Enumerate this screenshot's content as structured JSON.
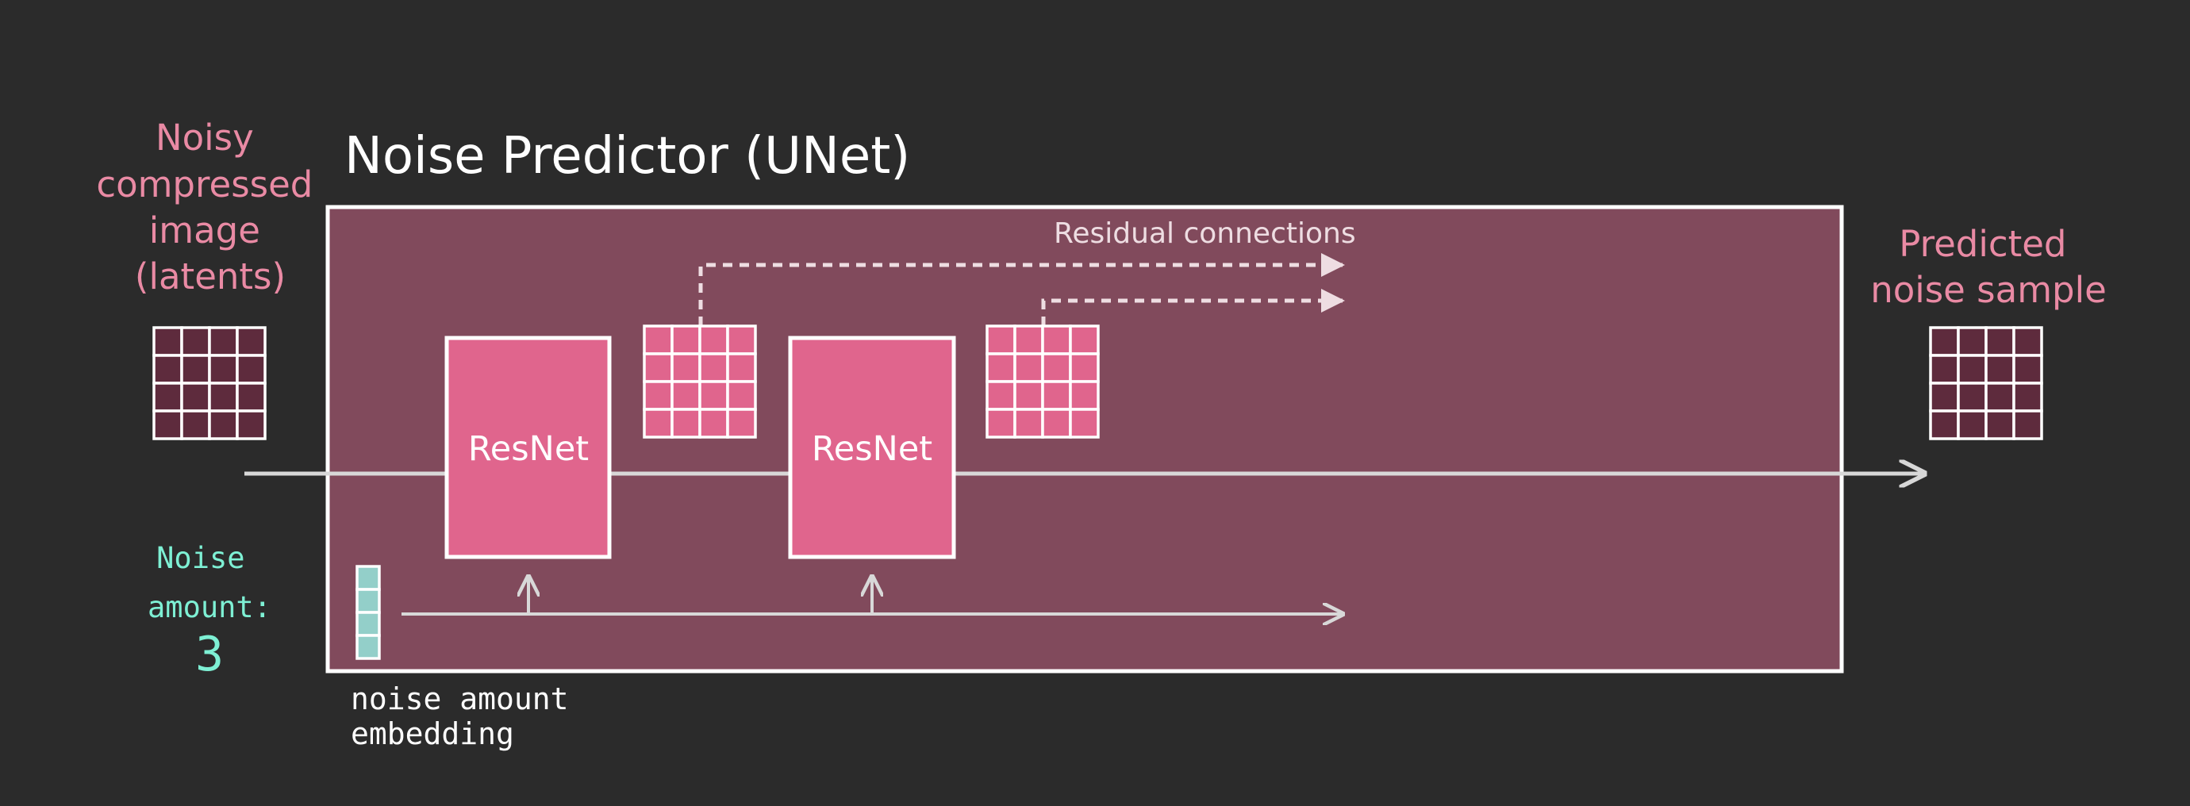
{
  "title": "Noise Predictor (UNet)",
  "input_label": [
    "Noisy",
    "compressed",
    "image",
    "(latents)"
  ],
  "output_label": [
    "Predicted",
    "noise sample"
  ],
  "residual_label": "Residual connections",
  "resnet_blocks": [
    "ResNet",
    "ResNet"
  ],
  "noise_amount_label": [
    "Noise",
    "amount:"
  ],
  "noise_amount_value": "3",
  "embedding_label": [
    "noise amount",
    "embedding"
  ],
  "colors": {
    "background": "#2b2b2b",
    "unet_box": "#814a5c",
    "resnet": "#e0658d",
    "latent_cell": "#5e2b3d",
    "feature_cell": "#e0658d",
    "embedding_cell": "#93cfc9",
    "accent_pink": "#e98aa4",
    "accent_cyan": "#7ef0d4"
  }
}
